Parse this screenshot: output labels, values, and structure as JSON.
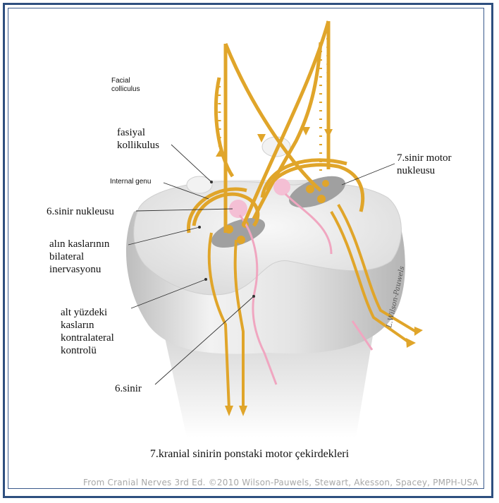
{
  "labels": {
    "facial_colliculus_en": "Facial\ncolliculus",
    "fasiyal_kollikulus": "fasiyal\nkollikulus",
    "internal_genu": "Internal genu",
    "sixth_nucleus": "6.sinir nukleusu",
    "forehead_bilateral": "alın kaslarının\nbilateral\ninervasyonu",
    "lower_face_contralateral": "alt yüzdeki\nkasların\nkontralateral\nkontrolü",
    "sixth_nerve": "6.sinir",
    "seventh_motor_nucleus": "7.sinir motor\nnukleusu"
  },
  "caption": "7.kranial sinirin ponstaki motor çekirdekleri",
  "credit": "From Cranial Nerves 3rd Ed. ©2010 Wilson-Pauwels, Stewart, Akesson, Spacey, PMPH-USA",
  "signature": "L.Wilson-Pauwels",
  "colors": {
    "frame": "#2e4f7f",
    "nerve_fiber": "#e0a52a",
    "abducens_nerve": "#f0a6c0",
    "pons": "#e6e6e6",
    "nucleus": "#9e9e9e"
  }
}
